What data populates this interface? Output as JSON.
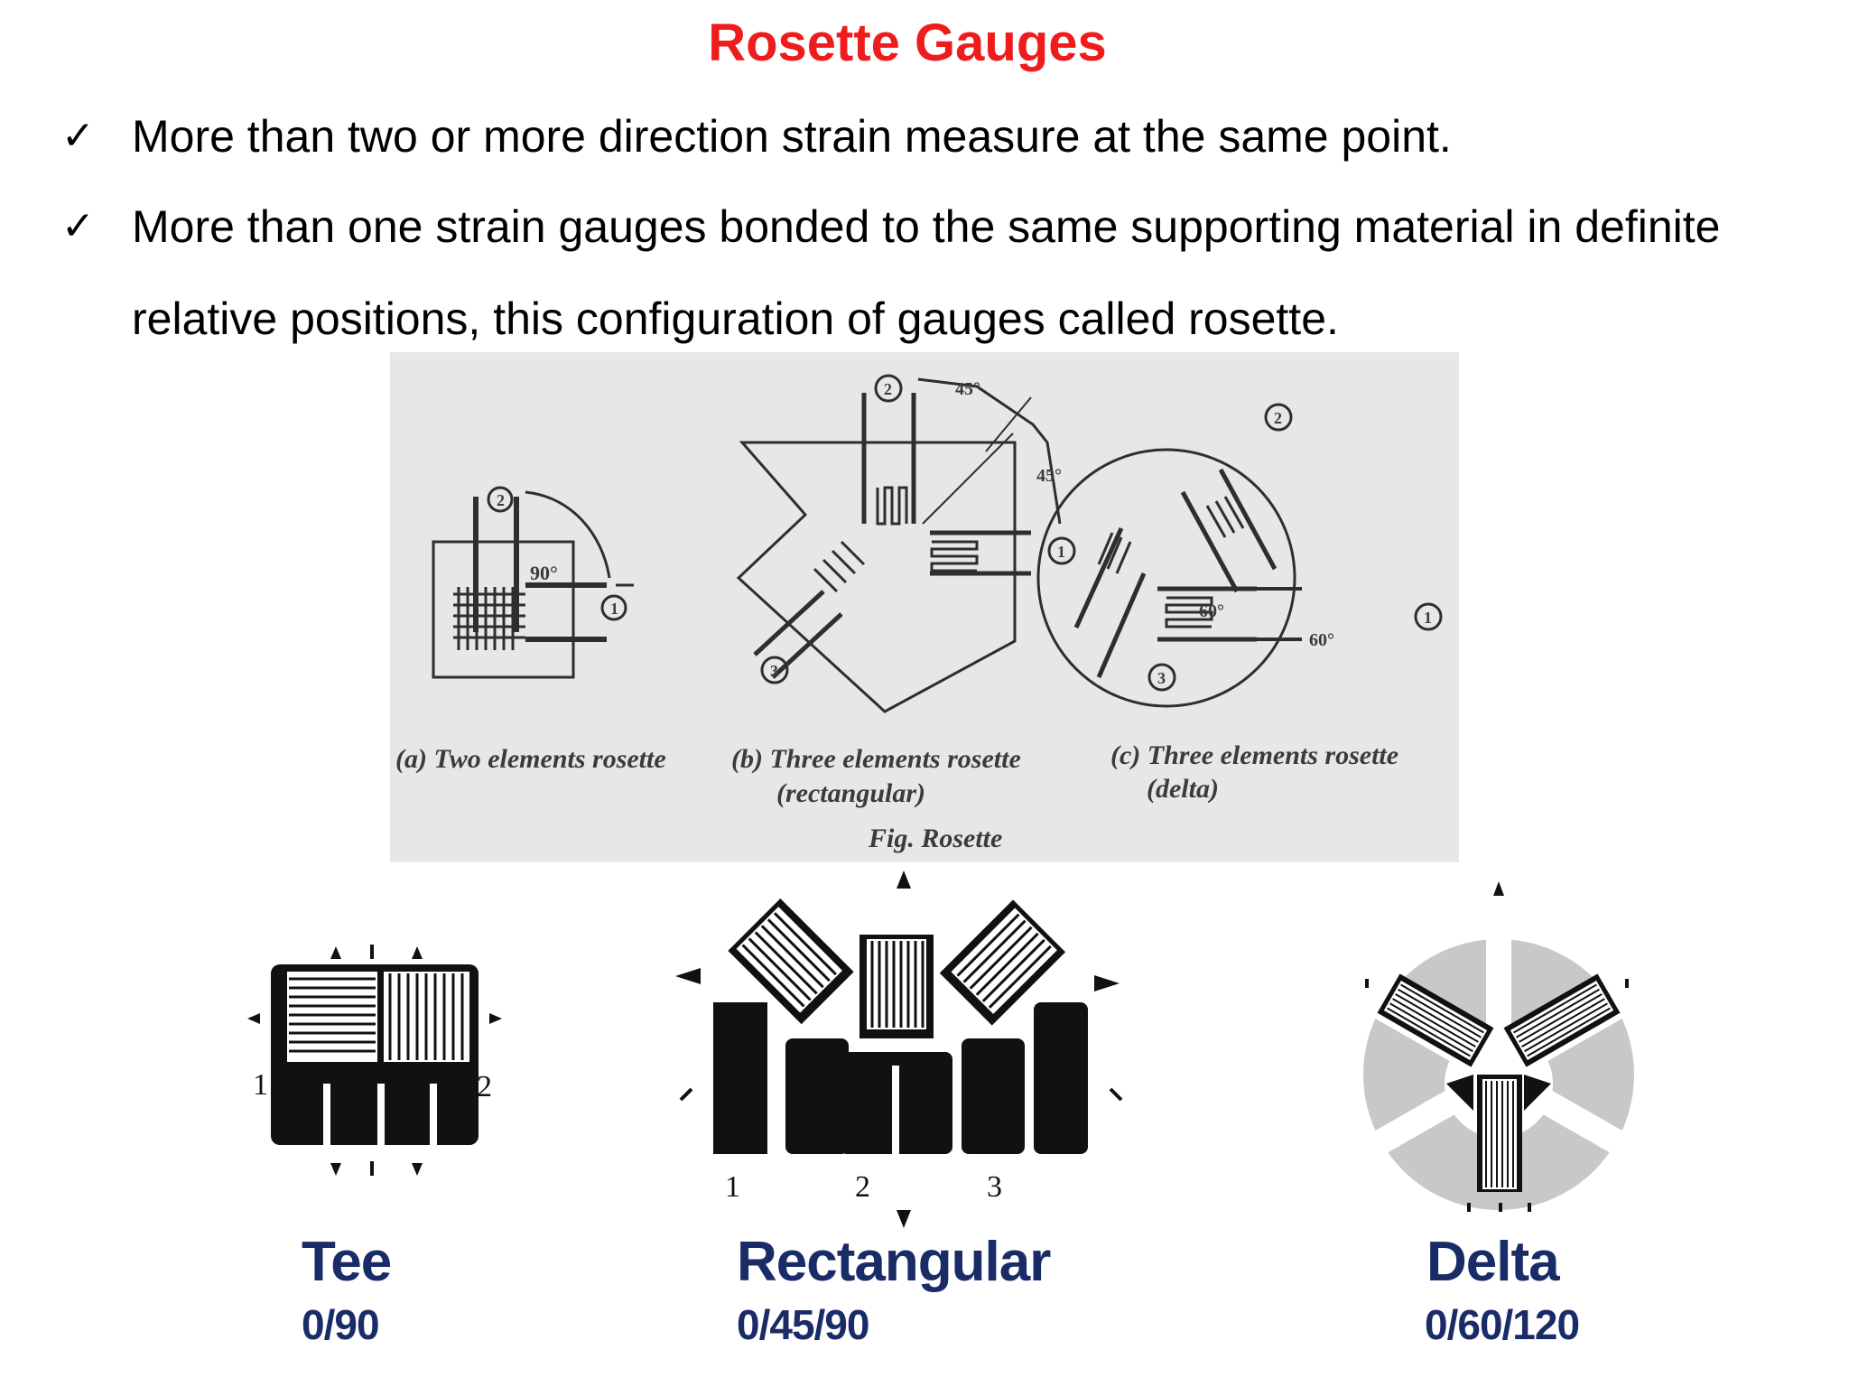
{
  "title": "Rosette Gauges",
  "bullets": [
    {
      "check": "✓",
      "text": "More than two or more direction strain measure at the same point."
    },
    {
      "check": "✓",
      "text": "More than one strain gauges bonded to the same supporting material in definite relative positions, this configuration of gauges called rosette."
    }
  ],
  "figure": {
    "caption_a": "(a) Two elements rosette",
    "caption_b1": "(b) Three elements rosette",
    "caption_b2": "(rectangular)",
    "caption_c1": "(c) Three elements rosette",
    "caption_c2": "(delta)",
    "fig_label": "Fig.  Rosette",
    "angle_90": "90°",
    "angle_45a": "45°",
    "angle_45b": "45°",
    "angle_60a": "60°",
    "angle_60b": "60°",
    "n1": "1",
    "n2": "2",
    "n3": "3"
  },
  "gauges": [
    {
      "name": "Tee",
      "angles": "0/90",
      "grid_labels": [
        "1",
        "2"
      ]
    },
    {
      "name": "Rectangular",
      "angles": "0/45/90",
      "grid_labels": [
        "1",
        "2",
        "3"
      ]
    },
    {
      "name": "Delta",
      "angles": "0/60/120"
    }
  ]
}
